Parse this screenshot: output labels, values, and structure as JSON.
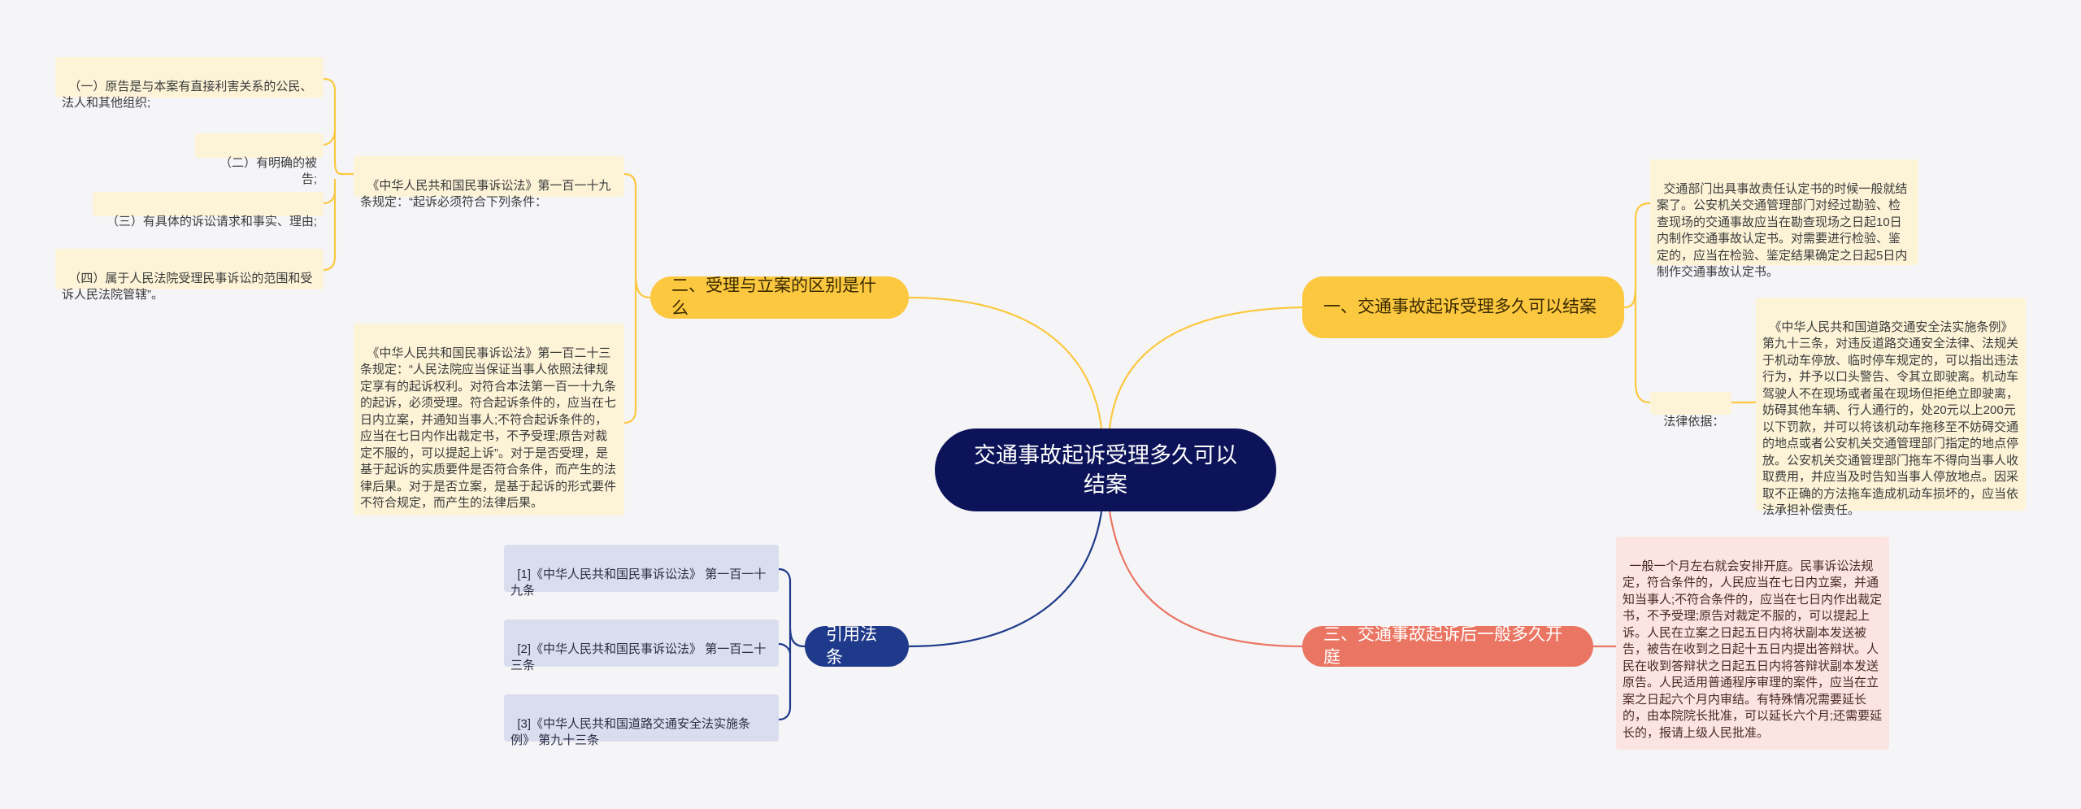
{
  "root": {
    "title": "交通事故起诉受理多久可以结案"
  },
  "branches": {
    "b1": {
      "label": "一、交通事故起诉受理多久可以结案"
    },
    "b2": {
      "label": "二、受理与立案的区别是什么"
    },
    "b3": {
      "label": "三、交通事故起诉后一般多久开庭"
    },
    "b4": {
      "label": "引用法条"
    }
  },
  "leaves": {
    "b1_text": "交通部门出具事故责任认定书的时候一般就结案了。公安机关交通管理部门对经过勘验、检查现场的交通事故应当在勘查现场之日起10日内制作交通事故认定书。对需要进行检验、鉴定的，应当在检验、鉴定结果确定之日起5日内制作交通事故认定书。",
    "b1_law_label": "法律依据：",
    "b1_law_text": "《中华人民共和国道路交通安全法实施条例》第九十三条，对违反道路交通安全法律、法规关于机动车停放、临时停车规定的，可以指出违法行为，并予以口头警告、令其立即驶离。机动车驾驶人不在现场或者虽在现场但拒绝立即驶离，妨碍其他车辆、行人通行的，处20元以上200元以下罚款，并可以将该机动车拖移至不妨碍交通的地点或者公安机关交通管理部门指定的地点停放。公安机关交通管理部门拖车不得向当事人收取费用，并应当及时告知当事人停放地点。因采取不正确的方法拖车造成机动车损坏的，应当依法承担补偿责任。",
    "b2_law119": "《中华人民共和国民事诉讼法》第一百一十九条规定：“起诉必须符合下列条件：",
    "b2_c1": "（一）原告是与本案有直接利害关系的公民、法人和其他组织;",
    "b2_c2": "（二）有明确的被告;",
    "b2_c3": "（三）有具体的诉讼请求和事实、理由;",
    "b2_c4": "（四）属于人民法院受理民事诉讼的范围和受诉人民法院管辖”。",
    "b2_law123": "《中华人民共和国民事诉讼法》第一百二十三条规定：“人民法院应当保证当事人依照法律规定享有的起诉权利。对符合本法第一百一十九条的起诉，必须受理。符合起诉条件的，应当在七日内立案，并通知当事人;不符合起诉条件的，应当在七日内作出裁定书，不予受理;原告对裁定不服的，可以提起上诉”。对于是否受理，是基于起诉的实质要件是否符合条件，而产生的法律后果。对于是否立案，是基于起诉的形式要件不符合规定，而产生的法律后果。",
    "b3_text": "一般一个月左右就会安排开庭。民事诉讼法规定，符合条件的，人民应当在七日内立案，并通知当事人;不符合条件的，应当在七日内作出裁定书，不予受理;原告对裁定不服的，可以提起上诉。人民在立案之日起五日内将状副本发送被告，被告在收到之日起十五日内提出答辩状。人民在收到答辩状之日起五日内将答辩状副本发送原告。人民适用普通程序审理的案件，应当在立案之日起六个月内审结。有特殊情况需要延长的，由本院院长批准，可以延长六个月;还需要延长的，报请上级人民批准。",
    "b4_r1": "[1]《中华人民共和国民事诉讼法》 第一百一十九条",
    "b4_r2": "[2]《中华人民共和国民事诉讼法》 第一百二十三条",
    "b4_r3": "[3]《中华人民共和国道路交通安全法实施条例》 第九十三条"
  },
  "colors": {
    "root": "#0c1359",
    "yellow": "#fcc840",
    "salmon": "#ea7563",
    "navy": "#1f3a8a",
    "leaf_yellow": "#fdf4d8",
    "leaf_pink": "#fbe4e1",
    "leaf_blue": "#d9dded"
  }
}
